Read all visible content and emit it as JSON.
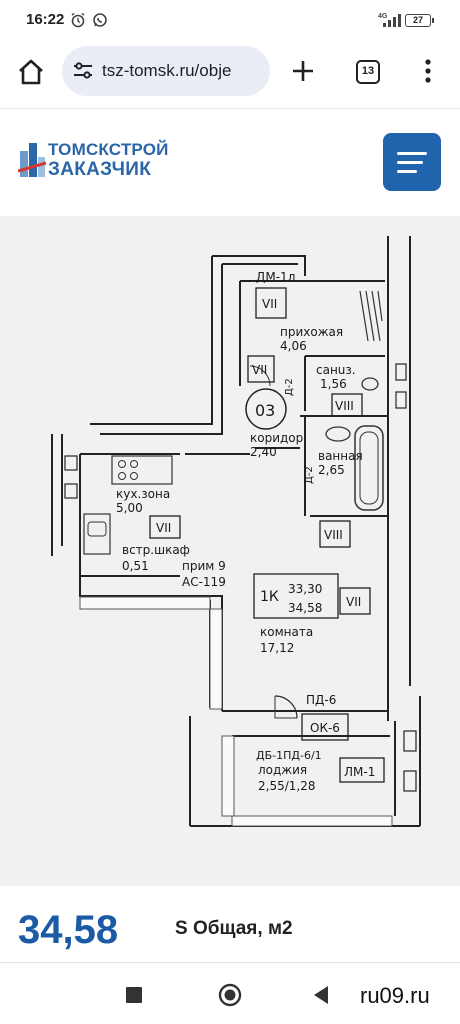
{
  "status_bar": {
    "time": "16:22",
    "network": "4G",
    "battery": "27",
    "icons": [
      "alarm-icon",
      "whatsapp-icon",
      "signal-icon",
      "battery-icon"
    ]
  },
  "browser": {
    "url": "tsz-tomsk.ru/obje",
    "tab_count": "13",
    "icons": [
      "home-icon",
      "site-settings-icon",
      "new-tab-icon",
      "tab-switcher-icon",
      "more-menu-icon"
    ]
  },
  "site": {
    "logo_line1": "ТОМСКСТРОЙ",
    "logo_line2": "ЗАКАЗЧИК",
    "brand_color": "#2a66a8",
    "menu_button_color": "#1f64ad"
  },
  "plan": {
    "labels": {
      "dm1": "ДМ-1л",
      "vii_1": "VII",
      "hall": "прихожая",
      "hall_area": "4,06",
      "vii_2": "VII",
      "bath_label": "санuз.",
      "bath_area": "1,56",
      "viii_1": "VIII",
      "num": "03",
      "corridor": "коридор",
      "corridor_area": "2,40",
      "bathroom": "ванная",
      "bathroom_area": "2,65",
      "d1": "Д-2",
      "d2": "Д-2",
      "kitchen": "кух.зона",
      "kitchen_area": "5,00",
      "vii_3": "VII",
      "viii_2": "VIII",
      "closet": "встр.шкаф",
      "closet_area": "0,51",
      "note": "прим 9",
      "ac": "АС-119",
      "rooms": "1К",
      "area_living": "33,30",
      "area_total": "34,58",
      "vii_4": "VII",
      "room": "комната",
      "room_area": "17,12",
      "pd6": "ПД-6",
      "ok6": "ОК-6",
      "db": "ДБ-1ПД-6/1",
      "loggia": "лоджия",
      "loggia_area": "2,55/1,28",
      "lm1": "ЛМ-1"
    }
  },
  "summary": {
    "price": "34,58",
    "label": "S Общая, м2",
    "accent": "#1c5aa6"
  },
  "nav": {
    "watermark": "ru09.ru",
    "icons": [
      "recents-icon",
      "home-circle-icon",
      "back-icon"
    ]
  }
}
